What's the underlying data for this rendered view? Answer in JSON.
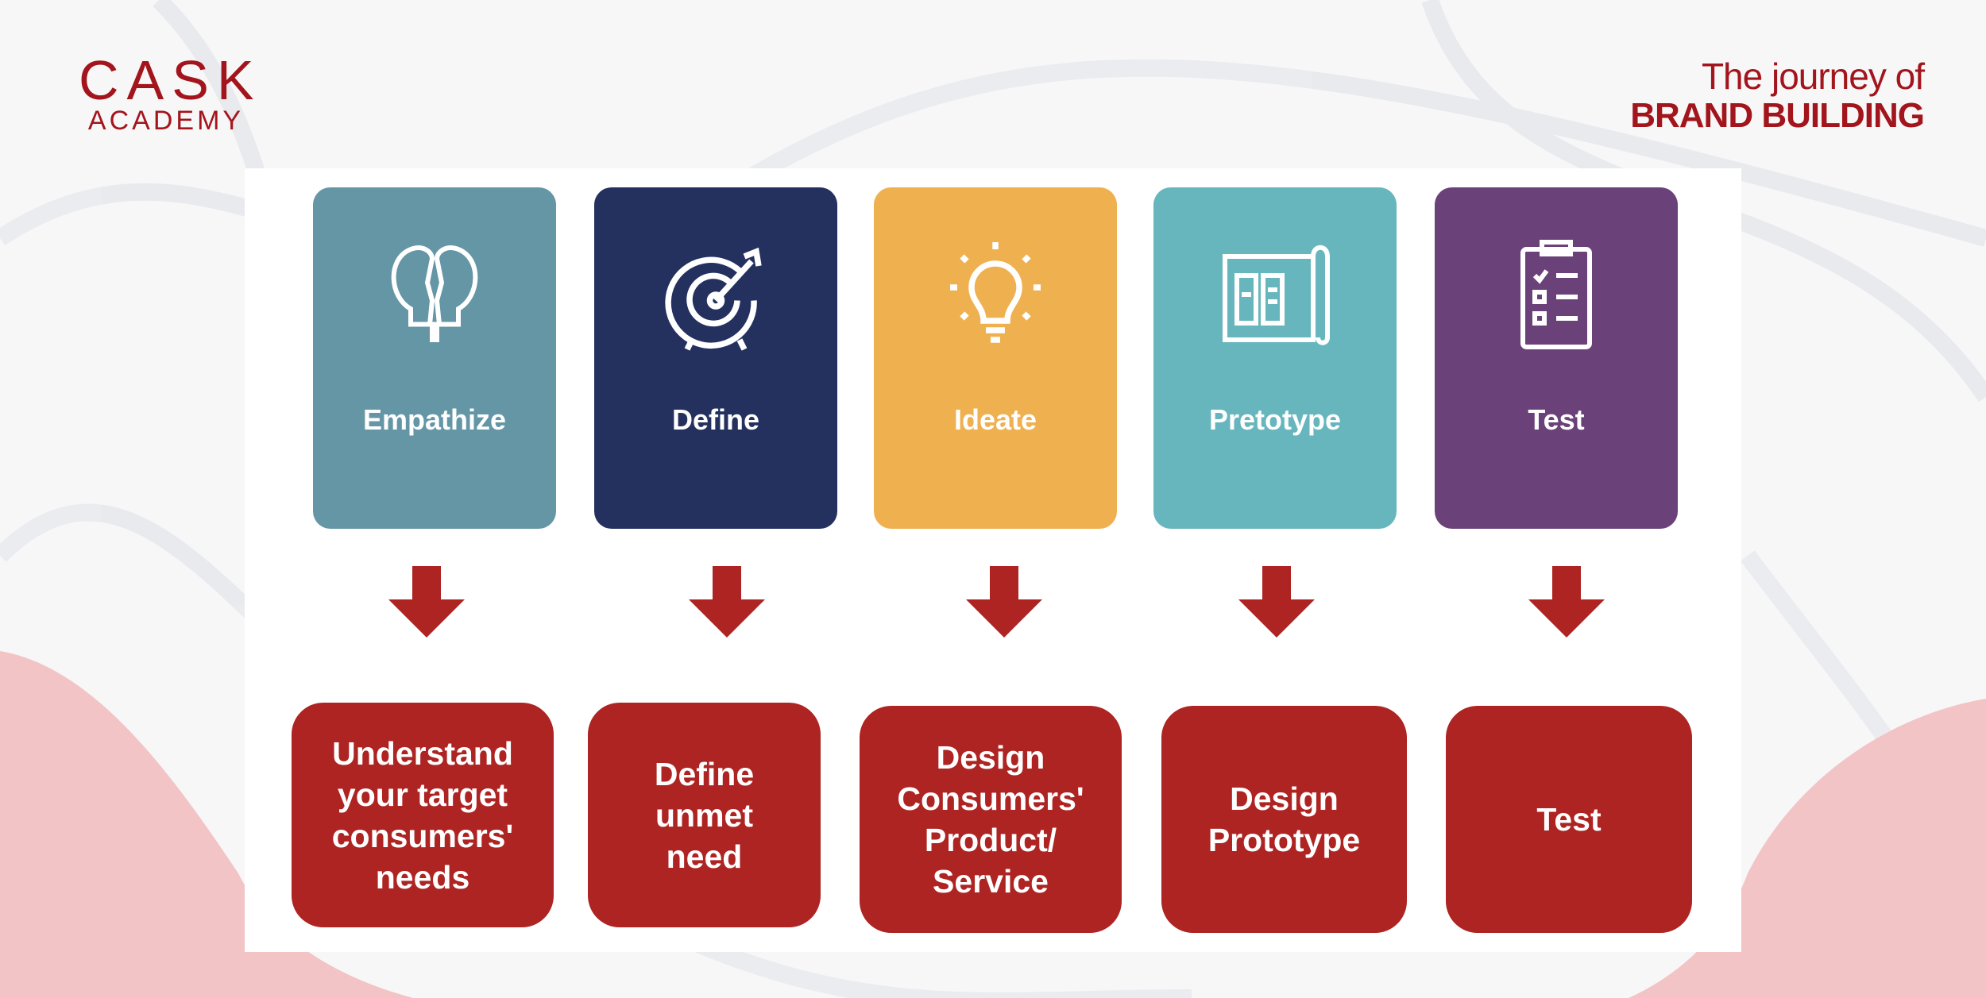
{
  "logo": {
    "line1": "CASK",
    "line2": "ACADEMY"
  },
  "header": {
    "line1": "The journey of",
    "line2": "BRAND BUILDING"
  },
  "colors": {
    "brand": "#a3151c",
    "empathize": "#6496a6",
    "define": "#24315e",
    "ideate": "#efb050",
    "prototype": "#67b6bd",
    "test": "#6a4279",
    "box": "#ad2422"
  },
  "stages": [
    {
      "label": "Empathize",
      "icon": "heads-icon",
      "outcome": "Understand your target consumers' needs"
    },
    {
      "label": "Define",
      "icon": "target-icon",
      "outcome": "Define unmet need"
    },
    {
      "label": "Ideate",
      "icon": "lightbulb-icon",
      "outcome": "Design Consumers' Product/ Service"
    },
    {
      "label": "Pretotype",
      "icon": "blueprint-icon",
      "outcome": "Design Prototype"
    },
    {
      "label": "Test",
      "icon": "clipboard-icon",
      "outcome": "Test"
    }
  ]
}
